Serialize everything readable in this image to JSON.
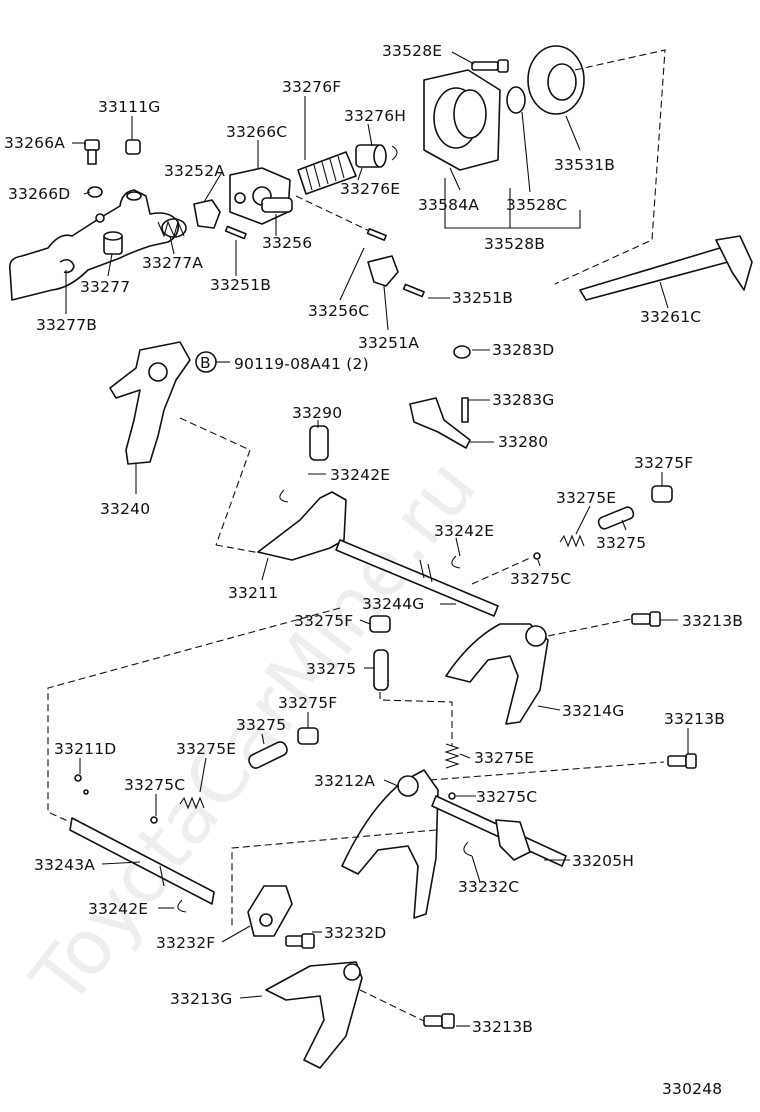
{
  "watermark": "ToyotaCarMine.ru",
  "diagram_code": "330248",
  "labels": {
    "l33528E": "33528E",
    "l33111G": "33111G",
    "l33276F": "33276F",
    "l33266A": "33266A",
    "l33276H": "33276H",
    "l33266C": "33266C",
    "l33252A": "33252A",
    "l33531B": "33531B",
    "l33266D": "33266D",
    "l33276E_top": "33276E",
    "l33584A": "33584A",
    "l33528C": "33528C",
    "l33528B": "33528B",
    "l33277A": "33277A",
    "l33256": "33256",
    "l33277": "33277",
    "l33251B_a": "33251B",
    "l33251B_b": "33251B",
    "l33256C": "33256C",
    "l33261C": "33261C",
    "l33277B": "33277B",
    "l33251A": "33251A",
    "l33283D": "33283D",
    "bolt_code": "90119-08A41 (2)",
    "bolt_ref": "B",
    "l33283G": "33283G",
    "l33290": "33290",
    "l33280": "33280",
    "l33242E_a": "33242E",
    "l33275F_a": "33275F",
    "l33240": "33240",
    "l33275E_a": "33275E",
    "l33242E_b": "33242E",
    "l33275_a": "33275",
    "l33211": "33211",
    "l33275C_a": "33275C",
    "l33244G": "33244G",
    "l33275F_b": "33275F",
    "l33213B_a": "33213B",
    "l33275_b": "33275",
    "l33214G": "33214G",
    "l33275F_c": "33275F",
    "l33213B_b": "33213B",
    "l33211D": "33211D",
    "l33275": "33275",
    "l33275E_b": "33275E",
    "l33275E_c": "33275E",
    "l33212A": "33212A",
    "l33275C_b": "33275C",
    "l33275C_c": "33275C",
    "l33243A": "33243A",
    "l33205H": "33205H",
    "l33232C": "33232C",
    "l33242E_c": "33242E",
    "l33232D": "33232D",
    "l33232F": "33232F",
    "l33213G": "33213G",
    "l33213B_c": "33213B"
  }
}
